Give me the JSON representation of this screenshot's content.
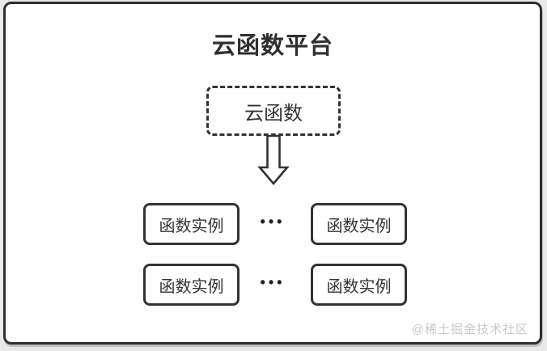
{
  "diagram": {
    "title": "云函数平台",
    "cloud_function": {
      "label": "云函数"
    },
    "rows": [
      {
        "left": "函数实例",
        "dots": "•••",
        "right": "函数实例"
      },
      {
        "left": "函数实例",
        "dots": "•••",
        "right": "函数实例"
      }
    ],
    "watermark": "@稀土掘金技术社区"
  },
  "colors": {
    "frame_border": "#2f2f2f",
    "node_border": "#333333",
    "text": "#333333",
    "outer_background": "#e9e9e9",
    "inner_background": "#ffffff",
    "watermark_text": "#c9c9c9"
  }
}
